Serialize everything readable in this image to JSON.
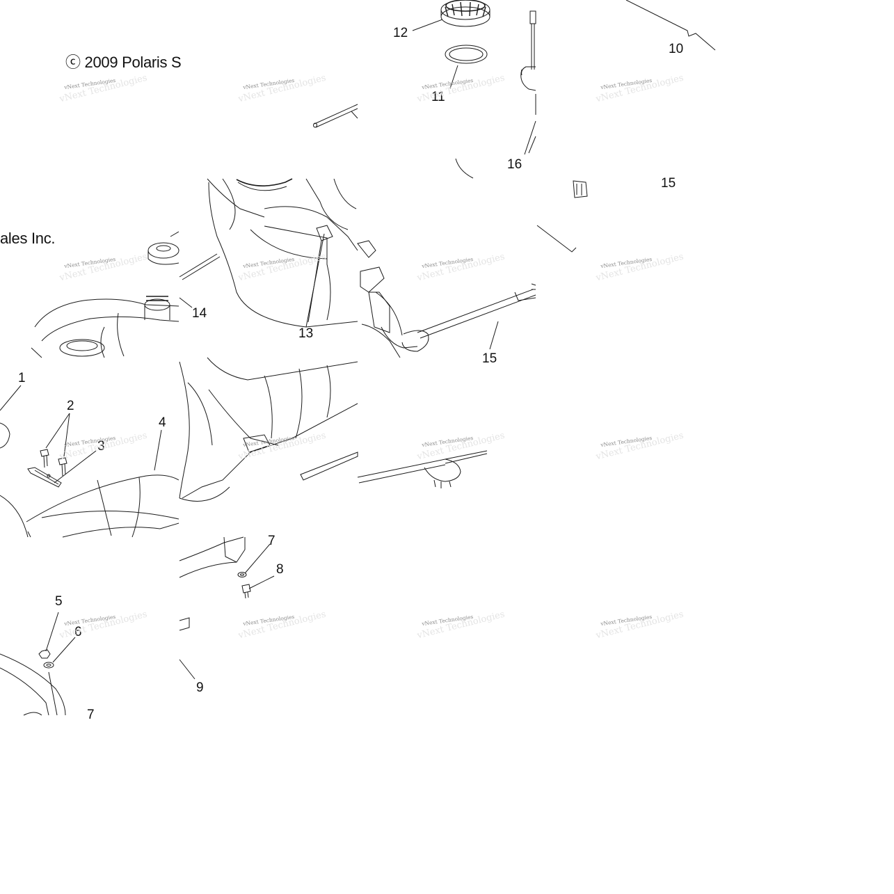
{
  "copyright": {
    "line1": "ⓒ 2009 Polaris S",
    "line2": "ales Inc."
  },
  "callouts": [
    "1",
    "2",
    "3",
    "4",
    "5",
    "6",
    "7",
    "7",
    "8",
    "9",
    "10",
    "11",
    "12",
    "13",
    "14",
    "15",
    "15",
    "16"
  ],
  "watermark": {
    "text": "vNext Technologies"
  },
  "colors": {
    "line": "#1a1a1a",
    "watermark": "#8a8a8a",
    "background": "#ffffff"
  }
}
